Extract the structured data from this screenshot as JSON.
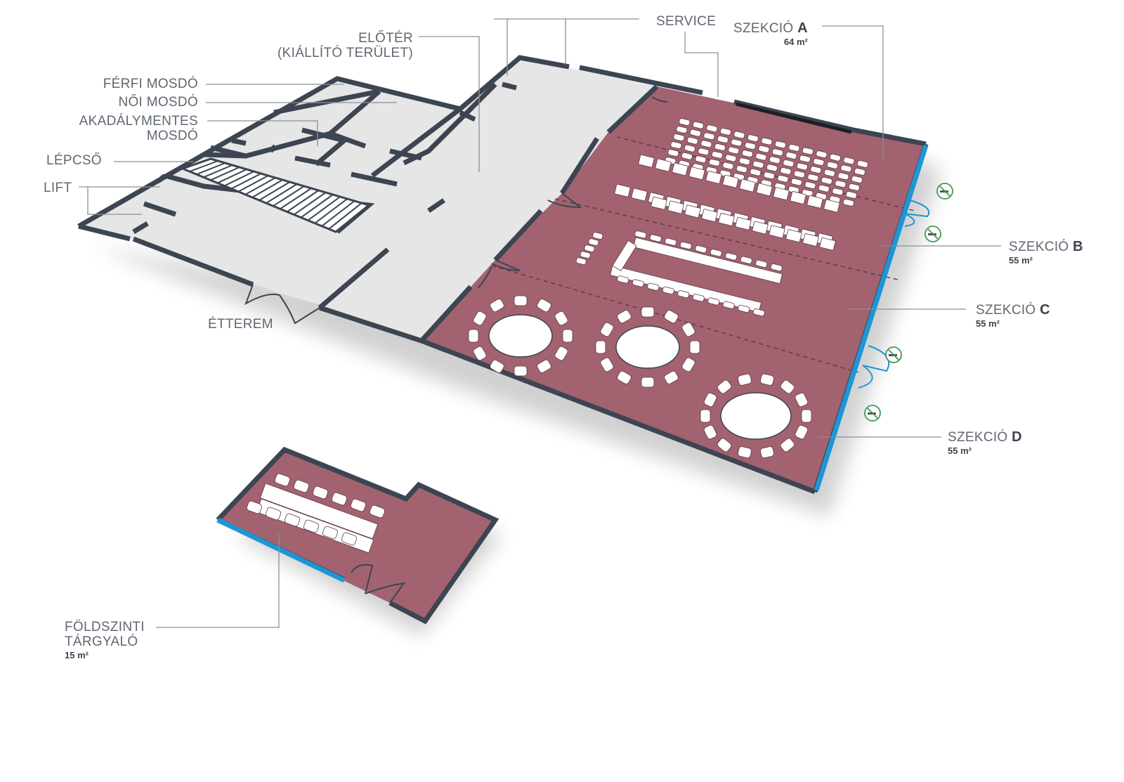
{
  "labels": {
    "eloter_line1": "ELŐTÉR",
    "eloter_line2": "(KIÁLLÍTÓ TERÜLET)",
    "service": "SERVICE",
    "ferfi": "FÉRFI MOSDÓ",
    "noi": "NŐI MOSDÓ",
    "akadaly_line1": "AKADÁLYMENTES",
    "akadaly_line2": "MOSDÓ",
    "lepcso": "LÉPCSŐ",
    "lift": "LIFT",
    "etterem": "ÉTTEREM",
    "foldszinti_line1": "FÖLDSZINTI",
    "foldszinti_line2": "TÁRGYALÓ",
    "foldszinti_area": "15 m²"
  },
  "sections": [
    {
      "prefix": "SZEKCIÓ",
      "letter": "A",
      "area": "64 m²"
    },
    {
      "prefix": "SZEKCIÓ",
      "letter": "B",
      "area": "55 m²"
    },
    {
      "prefix": "SZEKCIÓ",
      "letter": "C",
      "area": "55 m²"
    },
    {
      "prefix": "SZEKCIÓ",
      "letter": "D",
      "area": "55 m²"
    }
  ],
  "colors": {
    "floor_grey": "#e6e6e6",
    "room_fill": "#a2626f",
    "wall": "#3c4551",
    "window_blue": "#1d96d6",
    "furniture": "#ffffff",
    "no_smoking_green": "#3f9a56"
  }
}
